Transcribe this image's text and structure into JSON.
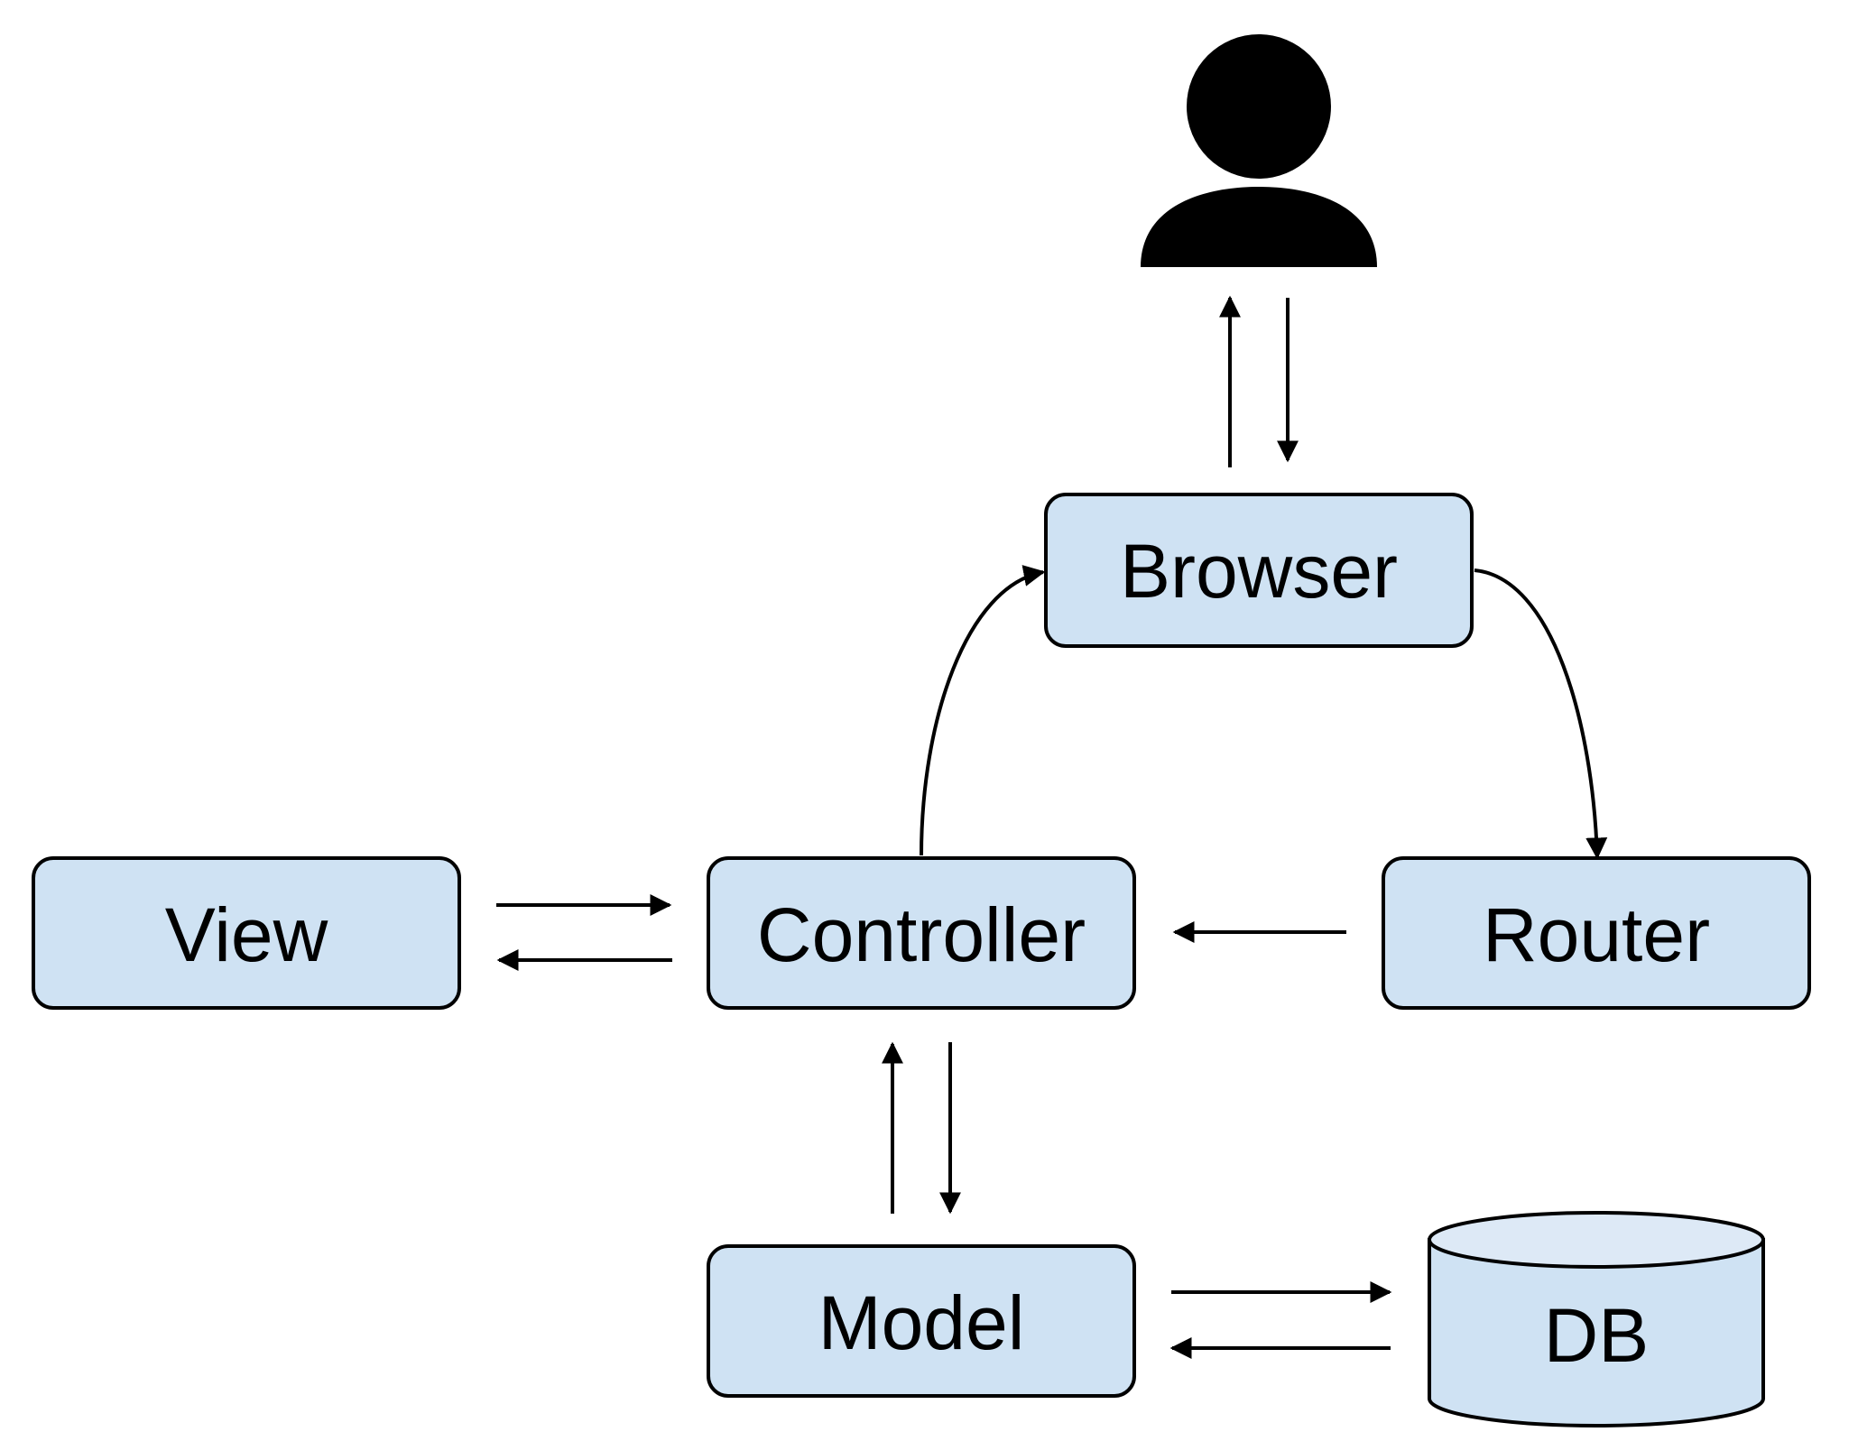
{
  "colors": {
    "node_fill": "#cfe2f3",
    "db_top_fill": "#dde9f6",
    "stroke": "#000000",
    "background": "#ffffff",
    "user_icon": "#000000"
  },
  "icons": {
    "user": "user-icon"
  },
  "nodes": {
    "browser": {
      "label": "Browser"
    },
    "view": {
      "label": "View"
    },
    "controller": {
      "label": "Controller"
    },
    "router": {
      "label": "Router"
    },
    "model": {
      "label": "Model"
    },
    "db": {
      "label": "DB"
    }
  },
  "edges": [
    {
      "from": "user",
      "to": "browser"
    },
    {
      "from": "browser",
      "to": "user"
    },
    {
      "from": "browser",
      "to": "router"
    },
    {
      "from": "router",
      "to": "controller"
    },
    {
      "from": "controller",
      "to": "browser"
    },
    {
      "from": "view",
      "to": "controller"
    },
    {
      "from": "controller",
      "to": "view"
    },
    {
      "from": "controller",
      "to": "model"
    },
    {
      "from": "model",
      "to": "controller"
    },
    {
      "from": "model",
      "to": "db"
    },
    {
      "from": "db",
      "to": "model"
    }
  ]
}
